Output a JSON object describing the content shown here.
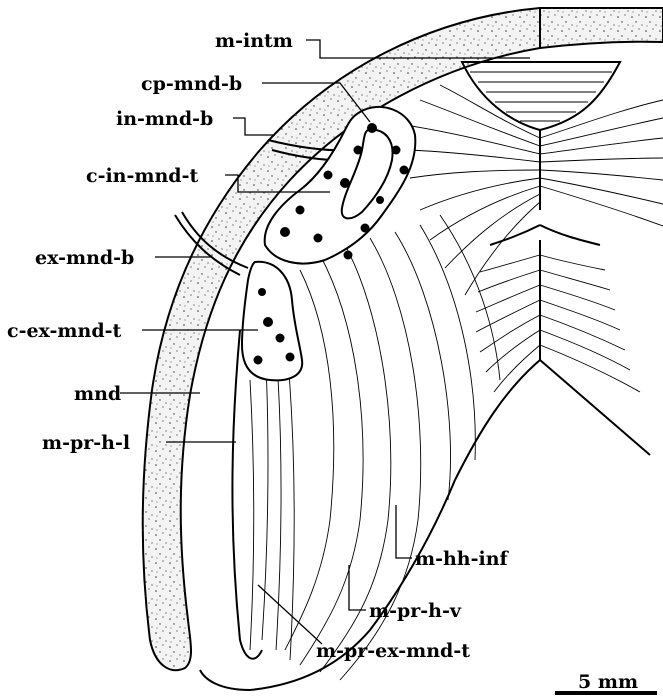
{
  "labels": {
    "m_intm": "m-intm",
    "cp_mnd_b": "cp-mnd-b",
    "in_mnd_b": "in-mnd-b",
    "c_in_mnd_t": "c-in-mnd-t",
    "ex_mnd_b": "ex-mnd-b",
    "c_ex_mnd_t": "c-ex-mnd-t",
    "mnd": "mnd",
    "m_pr_h_l": "m-pr-h-l",
    "m_hh_inf": "m-hh-inf",
    "m_pr_h_v": "m-pr-h-v",
    "m_pr_ex_mnd_t": "m-pr-ex-mnd-t"
  },
  "scale_bar": {
    "label": "5 mm"
  }
}
